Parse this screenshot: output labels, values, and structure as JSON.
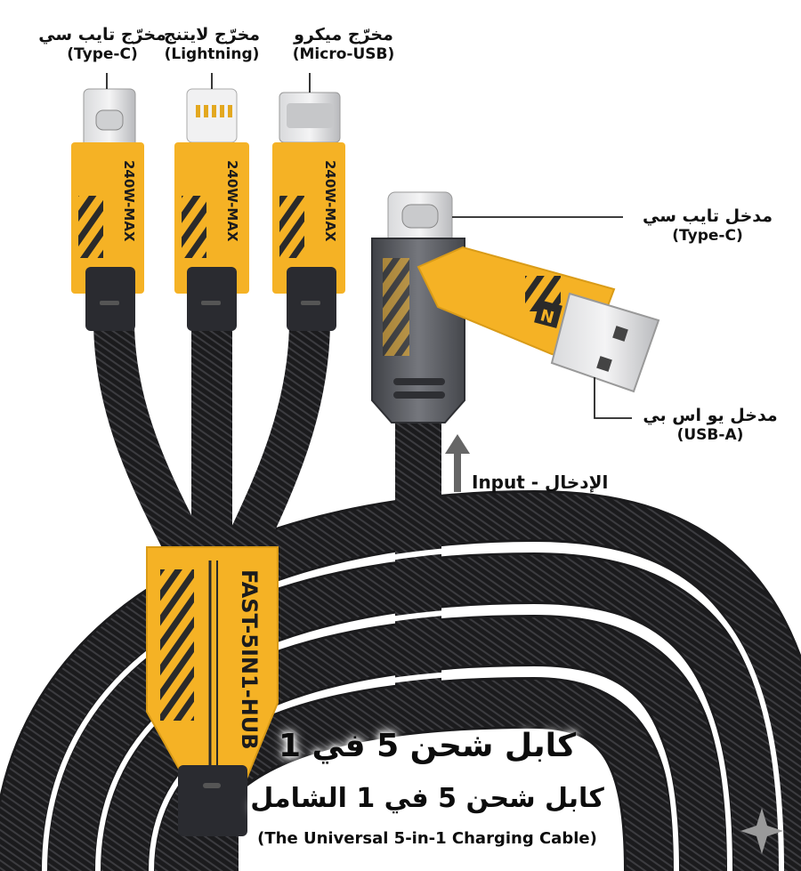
{
  "product": {
    "hub_label": "FAST-5IN1-HUB",
    "connector_rating": "240W-MAX",
    "usb_badge": "N"
  },
  "outputs": [
    {
      "arabic": "مخرّج تايب سي",
      "english": "(Type-C)"
    },
    {
      "arabic": "مخرّج لايتنج",
      "english": "(Lightning)"
    },
    {
      "arabic": "مخرّج ميكرو",
      "english": "(Micro-USB)"
    }
  ],
  "inputs": [
    {
      "arabic": "مدخل تايب سي",
      "english": "(Type-C)"
    },
    {
      "arabic": "مدخل يو اس بي",
      "english": "(USB-A)"
    }
  ],
  "input_arrow_label": "الإدخال - Input",
  "title": {
    "line1": "كابل شحن 5 في 1",
    "line2": "كابل شحن 5 في 1 الشامل",
    "line3": "(The Universal 5-in-1 Charging Cable)"
  },
  "colors": {
    "cable": "#1c1c1e",
    "housing_yellow": "#f5b225",
    "stripe_dark": "#2a2a2a",
    "metal": "#5b5d63"
  }
}
